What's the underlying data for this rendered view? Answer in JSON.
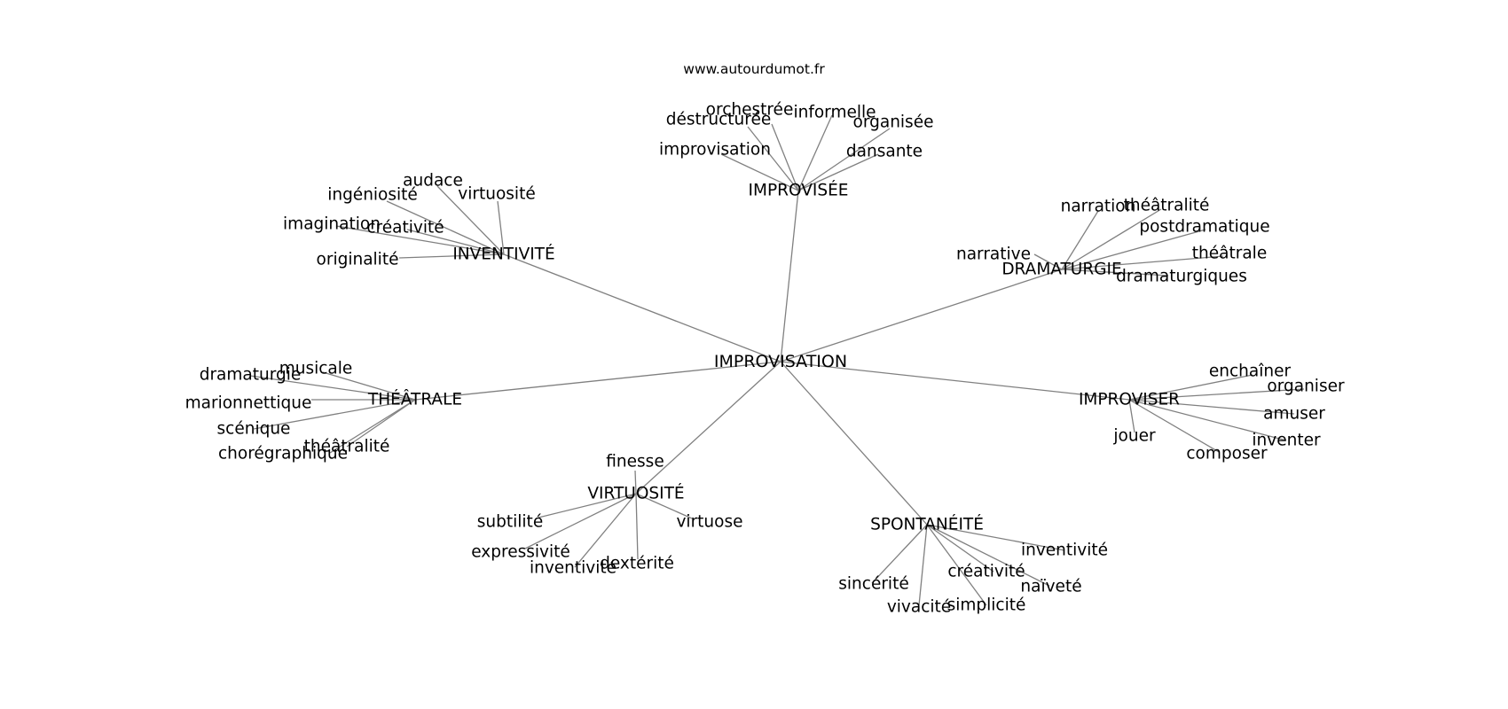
{
  "source": "www.autourdumot.fr",
  "center": "IMPROVISATION",
  "hubs": [
    {
      "label": "IMPROVISÉE",
      "leaves": [
        "orchestrée",
        "informelle",
        "déstructurée",
        "organisée",
        "improvisation",
        "dansante"
      ]
    },
    {
      "label": "INVENTIVITÉ",
      "leaves": [
        "audace",
        "ingéniosité",
        "virtuosité",
        "imagination",
        "créativité",
        "originalité"
      ]
    },
    {
      "label": "DRAMATURGIE",
      "leaves": [
        "narration",
        "théâtralité",
        "postdramatique",
        "narrative",
        "théâtrale",
        "dramaturgiques"
      ]
    },
    {
      "label": "THÉÂTRALE",
      "leaves": [
        "musicale",
        "dramaturgie",
        "marionnettique",
        "scénique",
        "théâtralité",
        "chorégraphique"
      ]
    },
    {
      "label": "IMPROVISER",
      "leaves": [
        "enchaîner",
        "organiser",
        "amuser",
        "jouer",
        "inventer",
        "composer"
      ]
    },
    {
      "label": "VIRTUOSITÉ",
      "leaves": [
        "finesse",
        "subtilité",
        "virtuose",
        "expressivité",
        "inventivité",
        "dextérité"
      ]
    },
    {
      "label": "SPONTANÉITÉ",
      "leaves": [
        "inventivité",
        "créativité",
        "naïveté",
        "sincérité",
        "simplicité",
        "vivacité"
      ]
    }
  ],
  "colors": {
    "edge": "#808080",
    "text": "#000000",
    "background": "#ffffff"
  }
}
